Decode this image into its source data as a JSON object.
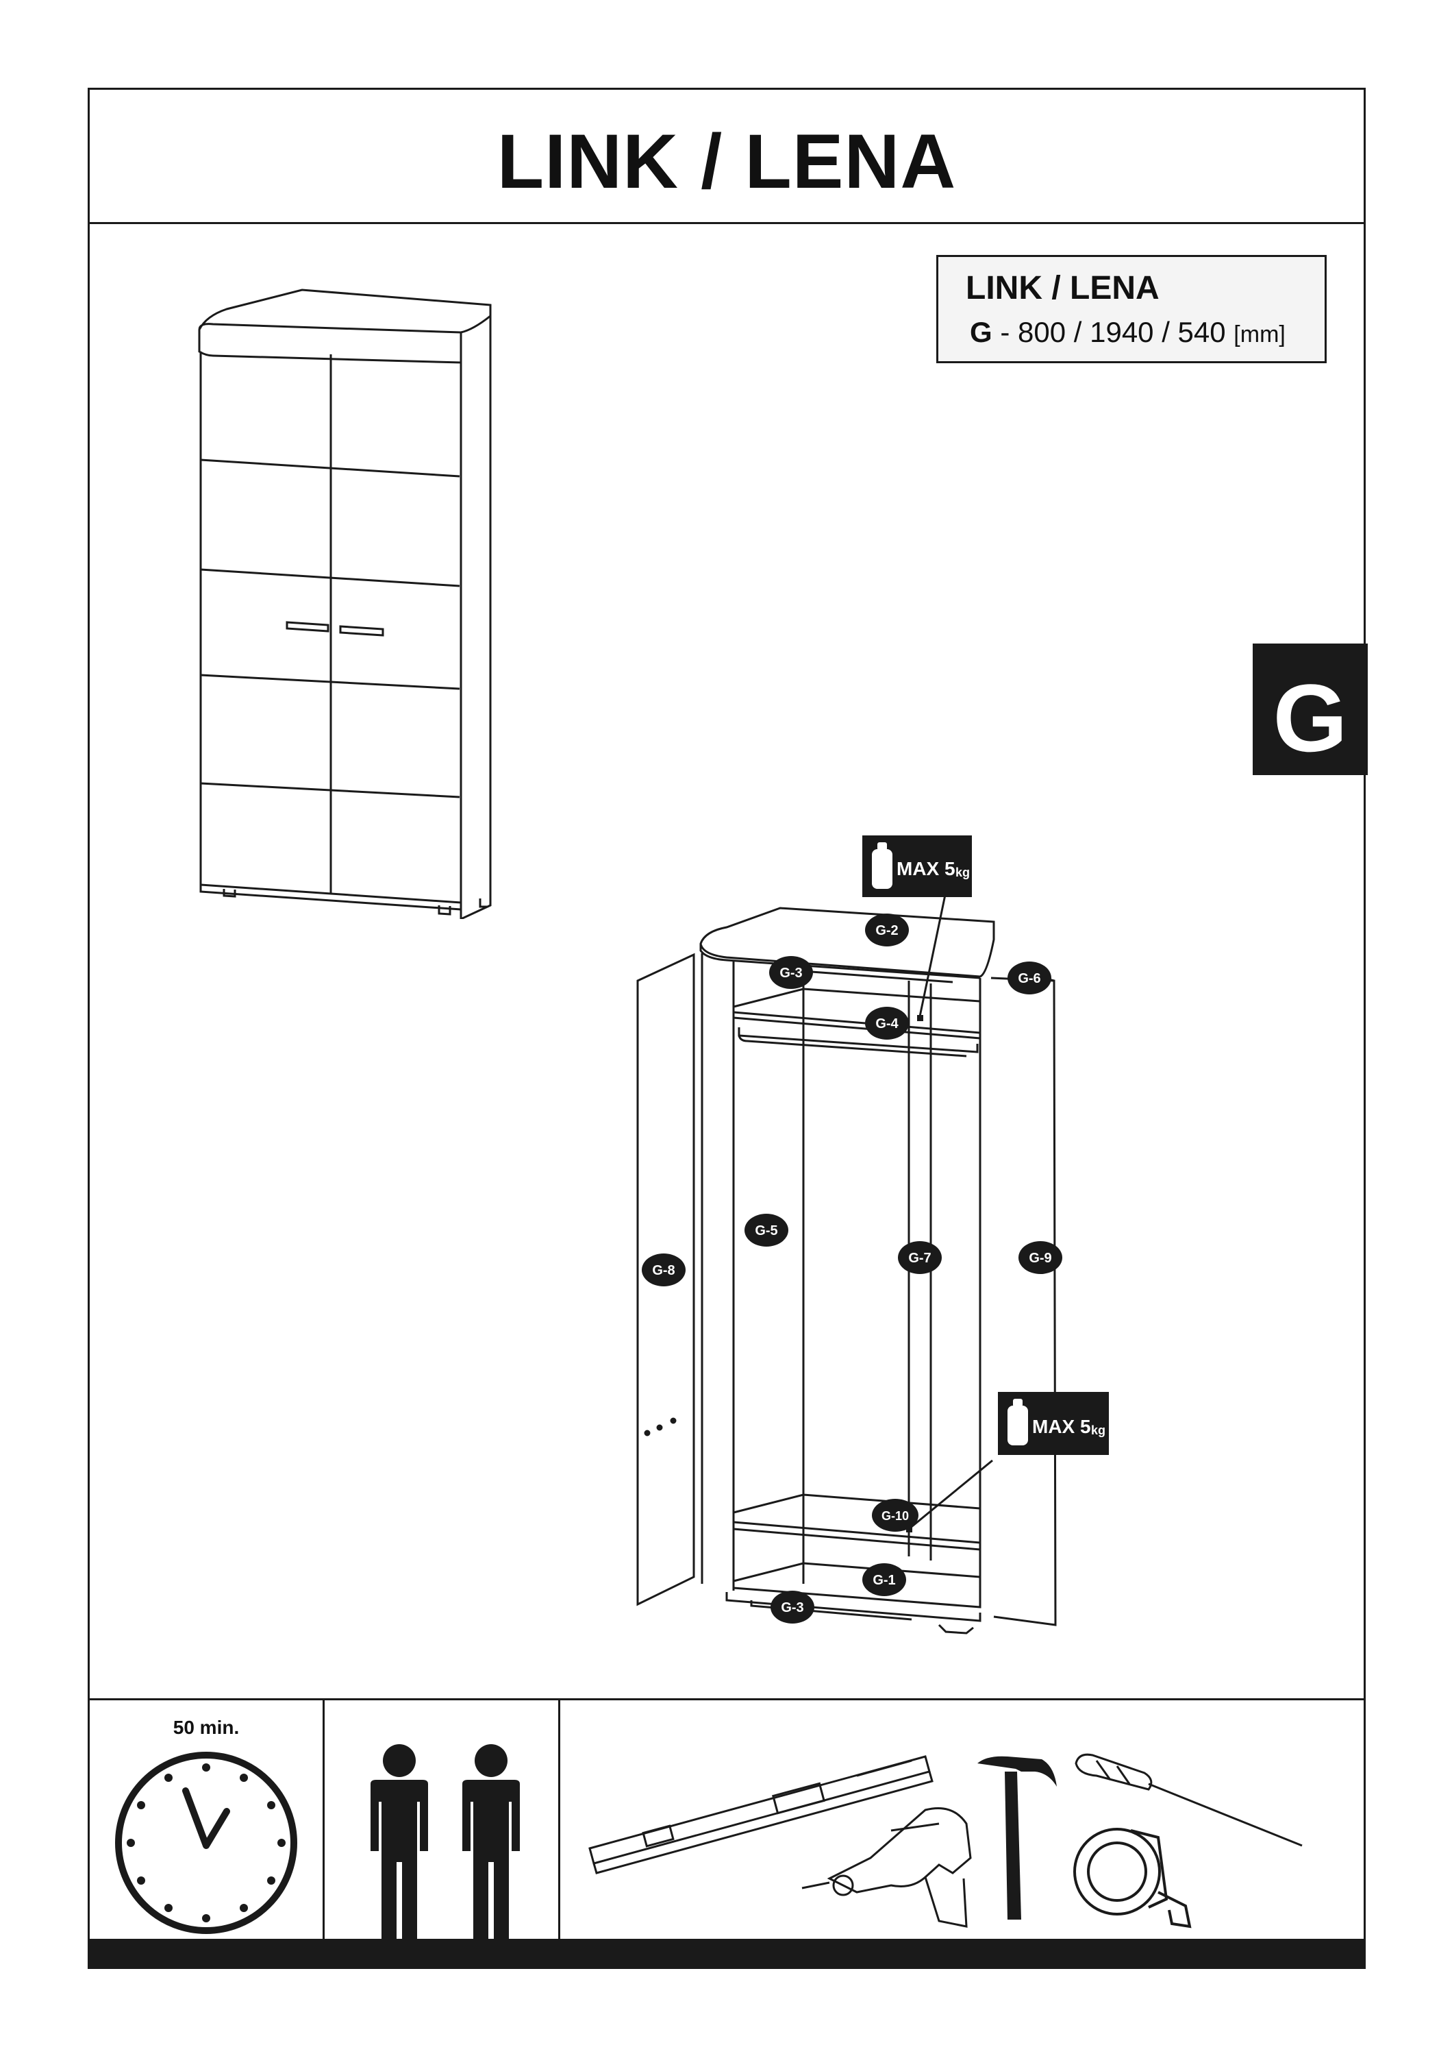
{
  "header": {
    "title": "LINK / LENA"
  },
  "dimensions": {
    "name": "LINK / LENA",
    "code": "G",
    "separator": "-",
    "values": "800 / 1940 / 540",
    "unit": "[mm]"
  },
  "section_tab": {
    "letter": "G"
  },
  "diagram": {
    "part_labels": [
      "G-1",
      "G-2",
      "G-3",
      "G-4",
      "G-5",
      "G-6",
      "G-7",
      "G-8",
      "G-9",
      "G-10"
    ],
    "max_load_upper": {
      "text": "MAX 5",
      "unit": "kg"
    },
    "max_load_lower": {
      "text": "MAX 5",
      "unit": "kg"
    }
  },
  "footer": {
    "assembly_time": "50 min.",
    "people_count": 2,
    "tools": [
      "spirit-level-icon",
      "drill-icon",
      "hammer-icon",
      "screwdriver-icon",
      "tape-measure-icon"
    ]
  }
}
